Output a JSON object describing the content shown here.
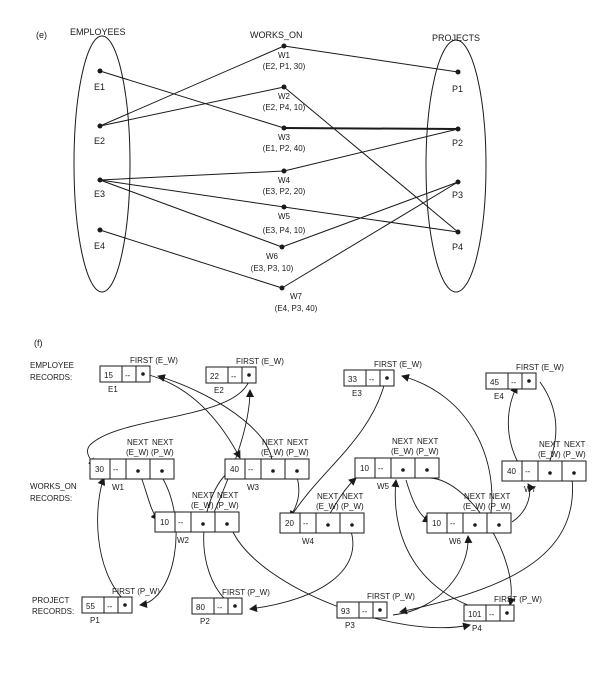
{
  "part_e": {
    "label": "(e)",
    "employees_header": "EMPLOYEES",
    "works_on_header": "WORKS_ON",
    "projects_header": "PROJECTS",
    "employees": [
      "E1",
      "E2",
      "E3",
      "E4"
    ],
    "projects": [
      "P1",
      "P2",
      "P3",
      "P4"
    ],
    "works_on": [
      {
        "name": "W1",
        "tuple": "(E2, P1, 30)"
      },
      {
        "name": "W2",
        "tuple": "(E2, P4, 10)"
      },
      {
        "name": "W3",
        "tuple": "(E1, P2, 40)"
      },
      {
        "name": "W4",
        "tuple": "(E3, P2, 20)"
      },
      {
        "name": "W5",
        "tuple": "(E3, P4, 10)"
      },
      {
        "name": "W6",
        "tuple": "(E3, P3, 10)"
      },
      {
        "name": "W7",
        "tuple": "(E4, P3, 40)"
      }
    ]
  },
  "part_f": {
    "label": "(f)",
    "employee_records_label": [
      "EMPLOYEE",
      "RECORDS:"
    ],
    "works_on_records_label": [
      "WORKS_ON",
      "RECORDS:"
    ],
    "project_records_label": [
      "PROJECT",
      "RECORDS:"
    ],
    "first_ew": "FIRST (E_W)",
    "first_pw": "FIRST (P_W)",
    "next": "NEXT",
    "ew": "(E_W)",
    "pw": "(P_W)",
    "employee_records": [
      {
        "id": "E1",
        "value": "15"
      },
      {
        "id": "E2",
        "value": "22"
      },
      {
        "id": "E3",
        "value": "33"
      },
      {
        "id": "E4",
        "value": "45"
      }
    ],
    "works_on_records": [
      {
        "id": "W1",
        "value": "30"
      },
      {
        "id": "W2",
        "value": "10"
      },
      {
        "id": "W3",
        "value": "40"
      },
      {
        "id": "W4",
        "value": "20"
      },
      {
        "id": "W5",
        "value": "10"
      },
      {
        "id": "W6",
        "value": "10"
      },
      {
        "id": "W7",
        "value": "40"
      }
    ],
    "project_records": [
      {
        "id": "P1",
        "value": "55"
      },
      {
        "id": "P2",
        "value": "80"
      },
      {
        "id": "P3",
        "value": "93"
      },
      {
        "id": "P4",
        "value": "101"
      }
    ]
  }
}
